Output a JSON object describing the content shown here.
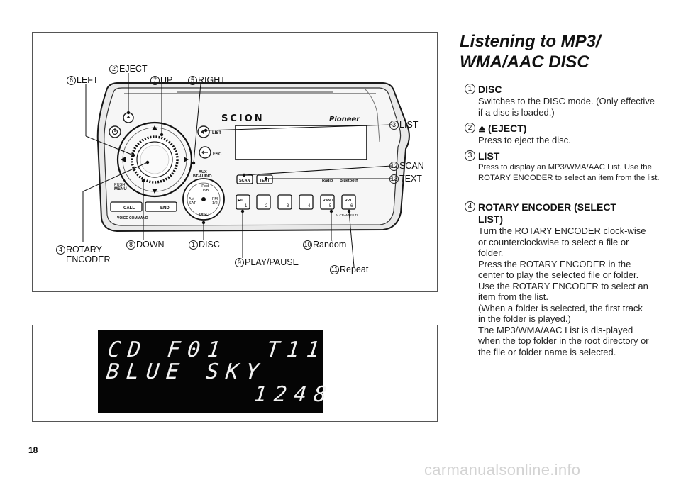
{
  "device_figure": {
    "brand_left": "SCION",
    "brand_right": "Pioneer",
    "model": "ALCP-W12U TI",
    "buttons": {
      "push_menu": [
        "PUSH",
        "MENU"
      ],
      "call": "CALL",
      "end": "END",
      "voice_command": "VOICE COMMAND",
      "list": "LIST",
      "esc": "ESC",
      "aux_bt_audio": [
        "AUX",
        "BT-AUDIO"
      ],
      "am_sat": [
        "AM",
        "SAT"
      ],
      "fm_12": [
        "FM",
        "1/2"
      ],
      "ipod_usb": [
        "iPod",
        "USB"
      ],
      "disc": "DISC",
      "scan": "SCAN",
      "text": "TEXT",
      "hd_radio": "Radio",
      "bluetooth": "Bluetooth",
      "preset_1": [
        "▶/II",
        "1"
      ],
      "preset_2": "2",
      "preset_3": "3",
      "preset_4": "4",
      "preset_5": [
        "RAND",
        "5"
      ],
      "preset_6": [
        "RPT",
        "6"
      ]
    },
    "callouts": {
      "eject": {
        "num": "2",
        "label": "EJECT"
      },
      "left": {
        "num": "6",
        "label": "LEFT"
      },
      "up": {
        "num": "7",
        "label": "UP"
      },
      "right": {
        "num": "5",
        "label": "RIGHT"
      },
      "list": {
        "num": "3",
        "label": "LIST"
      },
      "scan": {
        "num": "12",
        "label": "SCAN"
      },
      "text": {
        "num": "13",
        "label": "TEXT"
      },
      "rotary": {
        "num": "4",
        "label": "ROTARY",
        "label2": "ENCODER"
      },
      "down": {
        "num": "8",
        "label": "DOWN"
      },
      "disc": {
        "num": "1",
        "label": "DISC"
      },
      "random": {
        "num": "10",
        "label": "Random"
      },
      "play_pause": {
        "num": "9",
        "label": "PLAY/PAUSE"
      },
      "repeat": {
        "num": "11",
        "label": "Repeat"
      }
    }
  },
  "display_figure": {
    "line1_left": "CD",
    "line1_mid": "F01",
    "line1_right": "T11",
    "line2": "BLUE SKY",
    "line3": "1248"
  },
  "section": {
    "title_line1": "Listening to MP3/",
    "title_line2": "WMA/AAC DISC",
    "items": [
      {
        "num": "1",
        "head": "DISC",
        "body": "Switches to the DISC mode. (Only effective if a disc is loaded.)"
      },
      {
        "num": "2",
        "head": "(EJECT)",
        "icon": "eject-icon",
        "body": "Press to eject the disc."
      },
      {
        "num": "3",
        "head": "LIST",
        "body": "Press to display an MP3/WMA/AAC List. Use the ROTARY ENCODER to select an item from the list."
      },
      {
        "num": "4",
        "head": "ROTARY ENCODER (SELECT LIST)",
        "body": "Turn the ROTARY ENCODER clock-wise or counterclockwise to select a file or folder.\nPress the ROTARY ENCODER in the center to play the selected file or folder. Use the ROTARY ENCODER to select an item from the list.\n(When a folder is selected, the first track in the folder is played.)\nThe MP3/WMA/AAC List is dis-played when the top folder in the root directory or the file or folder name is selected."
      }
    ]
  },
  "page_number": "18",
  "watermark": "carmanualsonline.info"
}
